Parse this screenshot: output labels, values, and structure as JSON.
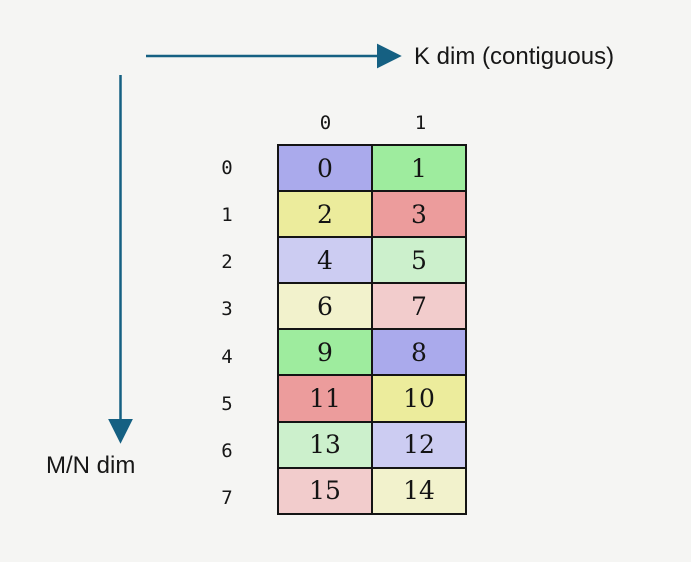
{
  "labels": {
    "k_dim": "K dim (contiguous)",
    "mn_dim": "M/N dim"
  },
  "colors": {
    "background": "#F5F5F3",
    "arrow": "#156082",
    "cell_border": "#141414",
    "text": "#171717",
    "palette": {
      "blue": "#AAAAEC",
      "green": "#9EEC9E",
      "yellow": "#ECEC9C",
      "red": "#EC9C9C",
      "blue_light": "#CCCCF2",
      "green_light": "#CCF0CC",
      "yellow_light": "#F2F2CC",
      "red_light": "#F2CCCC"
    }
  },
  "matrix": {
    "col_headers": [
      "0",
      "1"
    ],
    "rows": [
      {
        "label": "0",
        "cells": [
          {
            "value": "0",
            "color": "blue"
          },
          {
            "value": "1",
            "color": "green"
          }
        ]
      },
      {
        "label": "1",
        "cells": [
          {
            "value": "2",
            "color": "yellow"
          },
          {
            "value": "3",
            "color": "red"
          }
        ]
      },
      {
        "label": "2",
        "cells": [
          {
            "value": "4",
            "color": "blue_light"
          },
          {
            "value": "5",
            "color": "green_light"
          }
        ]
      },
      {
        "label": "3",
        "cells": [
          {
            "value": "6",
            "color": "yellow_light"
          },
          {
            "value": "7",
            "color": "red_light"
          }
        ]
      },
      {
        "label": "4",
        "cells": [
          {
            "value": "9",
            "color": "green"
          },
          {
            "value": "8",
            "color": "blue"
          }
        ]
      },
      {
        "label": "5",
        "cells": [
          {
            "value": "11",
            "color": "red"
          },
          {
            "value": "10",
            "color": "yellow"
          }
        ]
      },
      {
        "label": "6",
        "cells": [
          {
            "value": "13",
            "color": "green_light"
          },
          {
            "value": "12",
            "color": "blue_light"
          }
        ]
      },
      {
        "label": "7",
        "cells": [
          {
            "value": "15",
            "color": "red_light"
          },
          {
            "value": "14",
            "color": "yellow_light"
          }
        ]
      }
    ]
  }
}
